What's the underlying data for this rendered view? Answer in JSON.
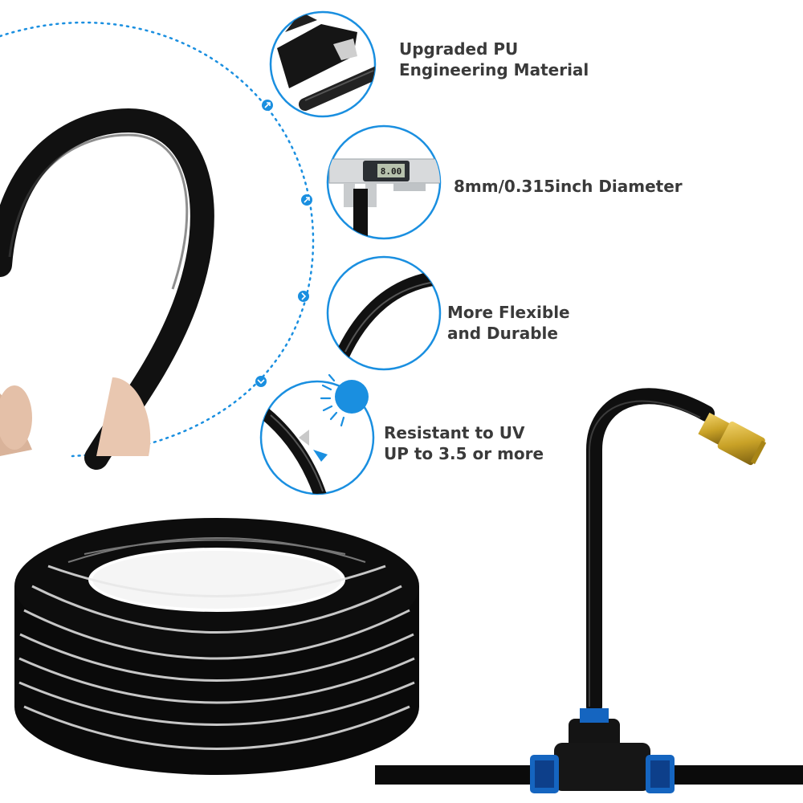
{
  "colors": {
    "accent_blue": "#1a8fe0",
    "hose_black": "#111111",
    "brass": "#c9a227",
    "connector_blue": "#1565c0",
    "text_gray": "#3a3a3a"
  },
  "features": [
    {
      "icon": "cutter-icon",
      "lines": [
        "Upgraded PU",
        "Engineering Material"
      ]
    },
    {
      "icon": "caliper-icon",
      "lines": [
        "8mm/0.315inch Diameter"
      ]
    },
    {
      "icon": "flexible-hose-icon",
      "lines": [
        "More Flexible",
        "and Durable"
      ]
    },
    {
      "icon": "sun-uv-icon",
      "lines": [
        "Resistant to UV",
        "UP to 3.5 or more"
      ]
    }
  ],
  "caliper_readout": "8.00"
}
